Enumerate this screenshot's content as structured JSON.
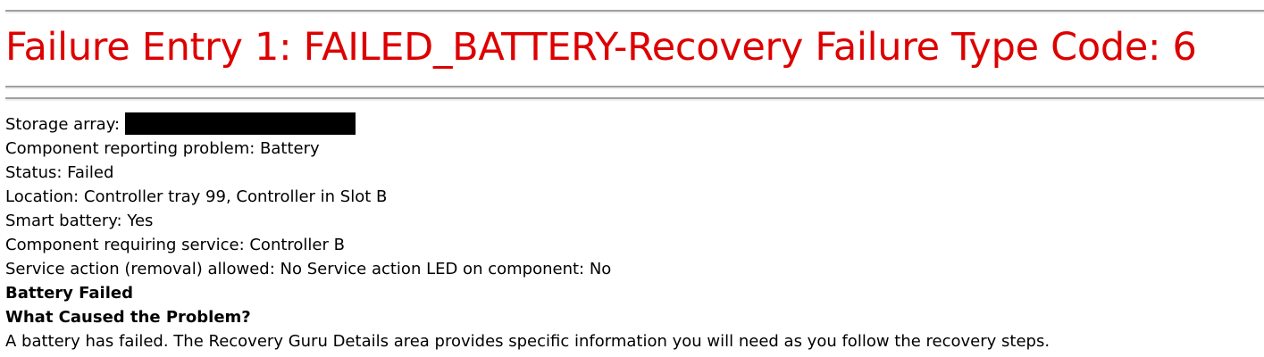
{
  "title": "Failure Entry 1: FAILED_BATTERY-Recovery Failure Type Code: 6",
  "details": {
    "storage_array_label": "Storage array:",
    "component_reporting": "Component reporting problem: Battery",
    "status": "Status: Failed",
    "location": "Location: Controller tray 99, Controller in Slot B",
    "smart_battery": "Smart battery: Yes",
    "component_requiring_service": "Component requiring service: Controller B",
    "service_action": "Service action (removal) allowed: No Service action LED on component: No"
  },
  "headings": {
    "problem": "Battery Failed",
    "cause": "What Caused the Problem?"
  },
  "cause_text": "A battery has failed. The Recovery Guru Details area provides specific information you will need as you follow the recovery steps.",
  "colors": {
    "title": "#dd0000",
    "rule": "#a0a0a0"
  }
}
